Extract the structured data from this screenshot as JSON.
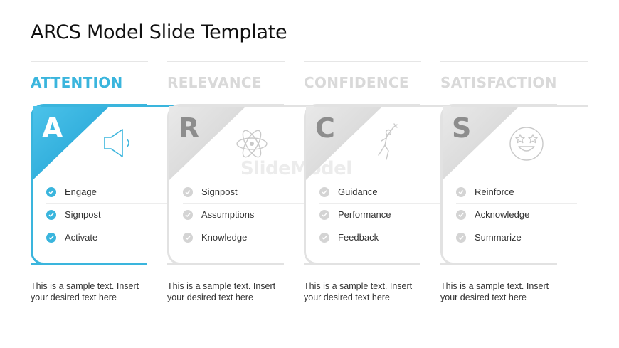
{
  "title": "ARCS Model Slide Template",
  "watermark": "SlideModel",
  "columns": [
    {
      "key": "attention",
      "heading": "ATTENTION",
      "letter": "A",
      "icon": "speaker-icon",
      "active": true,
      "accent": "#3ab5dd",
      "items": [
        "Engage",
        "Signpost",
        "Activate"
      ],
      "desc_line1": "This is a sample text. Insert",
      "desc_line2": "your desired text here"
    },
    {
      "key": "relevance",
      "heading": "RELEVANCE",
      "letter": "R",
      "icon": "atom-icon",
      "active": false,
      "accent": "#cfcfcf",
      "items": [
        "Signpost",
        "Assumptions",
        "Knowledge"
      ],
      "desc_line1": "This is a sample text. Insert",
      "desc_line2": "your desired text here"
    },
    {
      "key": "confidence",
      "heading": "CONFIDENCE",
      "letter": "C",
      "icon": "jumping-person-icon",
      "active": false,
      "accent": "#cfcfcf",
      "items": [
        "Guidance",
        "Performance",
        "Feedback"
      ],
      "desc_line1": "This is a sample text. Insert",
      "desc_line2": "your desired text here"
    },
    {
      "key": "satisfaction",
      "heading": "SATISFACTION",
      "letter": "S",
      "icon": "starry-eyed-face-icon",
      "active": false,
      "accent": "#cfcfcf",
      "items": [
        "Reinforce",
        "Acknowledge",
        "Summarize"
      ],
      "desc_line1": "This is a sample text. Insert",
      "desc_line2": "your desired text here"
    }
  ]
}
